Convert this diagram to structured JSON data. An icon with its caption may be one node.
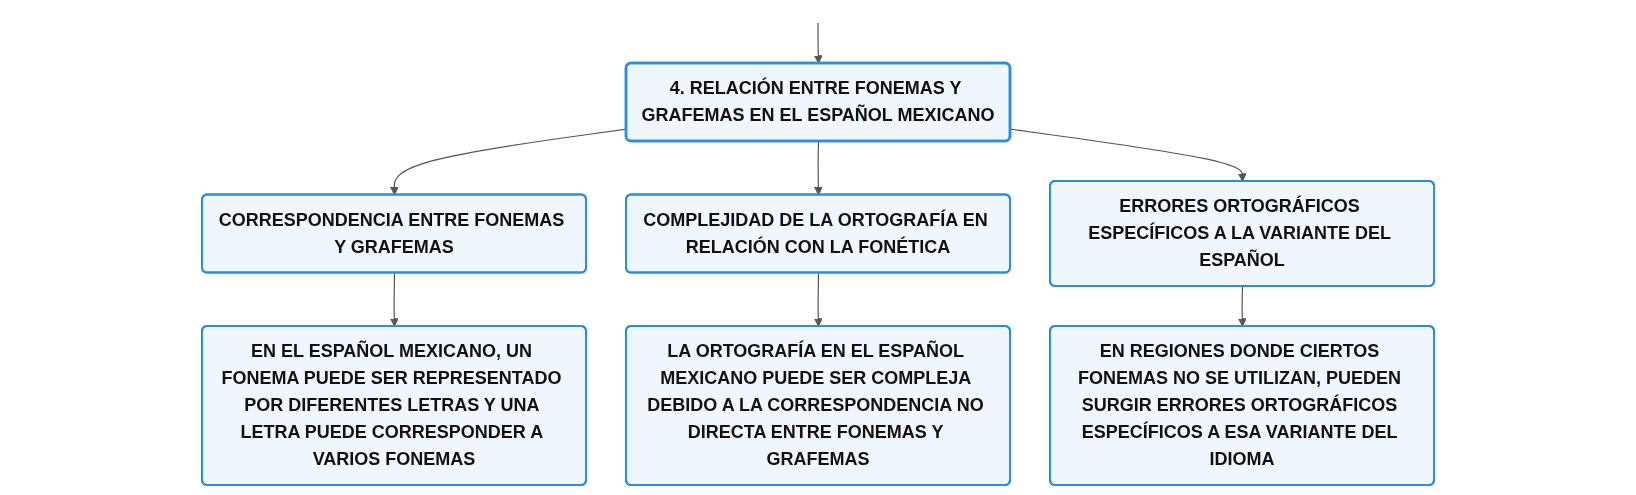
{
  "diagram": {
    "nodes": [
      {
        "text": [
          "4. RELACIÓN ENTRE FONEMAS Y GRAFEMAS EN EL ESPAÑOL MEXICANO"
        ]
      },
      {
        "text": [
          "CORRESPONDENCIA ENTRE FONEMAS Y GRAFEMAS"
        ]
      },
      {
        "text": [
          "COMPLEJIDAD DE LA ORTOGRAFÍA EN RELACIÓN CON LA FONÉTICA"
        ]
      },
      {
        "text": [
          "ERRORES ORTOGRÁFICOS ESPECÍFICOS A LA VARIANTE DEL ESPAÑOL"
        ]
      },
      {
        "text": [
          "EN EL ESPAÑOL MEXICANO, UN FONEMA PUEDE SER REPRESENTADO POR DIFERENTES LETRAS Y UNA LETRA PUEDE CORRESPONDER A VARIOS FONEMAS"
        ]
      },
      {
        "text": [
          "LA ORTOGRAFÍA EN EL ESPAÑOL MEXICANO PUEDE SER COMPLEJA DEBIDO A LA CORRESPONDENCIA NO DIRECTA ENTRE FONEMAS Y GRAFEMAS"
        ]
      },
      {
        "text": [
          "EN REGIONES DONDE CIERTOS FONEMAS NO SE UTILIZAN, PUEDEN SURGIR ERRORES ORTOGRÁFICOS ESPECÍFICOS A ESA VARIANTE DEL IDIOMA"
        ]
      }
    ],
    "edges": [
      {
        "from": null,
        "to": 0,
        "arrow": "to"
      },
      {
        "from": 0,
        "to": 1,
        "arrow": "to"
      },
      {
        "from": 0,
        "to": 2,
        "arrow": "to"
      },
      {
        "from": 0,
        "to": 3,
        "arrow": "to"
      },
      {
        "from": 1,
        "to": 4,
        "arrow": "to"
      },
      {
        "from": 2,
        "to": 5,
        "arrow": "to"
      },
      {
        "from": 3,
        "to": 6,
        "arrow": "to"
      }
    ]
  }
}
